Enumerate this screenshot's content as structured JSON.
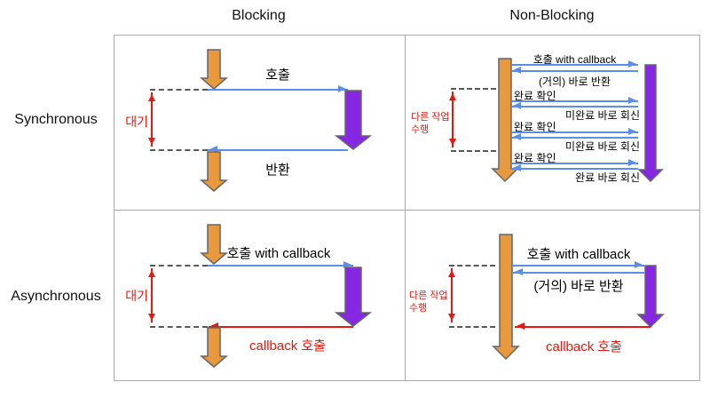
{
  "headers": {
    "col1": "Blocking",
    "col2": "Non-Blocking"
  },
  "rows": {
    "row1": "Synchronous",
    "row2": "Asynchronous"
  },
  "colors": {
    "orange": "#E8993D",
    "purple": "#8527E3",
    "blue": "#5B8DEB",
    "red": "#E41A10",
    "dash": "#595959",
    "border": "#A9A9A9",
    "outline": "#666666"
  },
  "sync_blocking": {
    "call_label": "호출",
    "return_label": "반환",
    "wait_label": "대기"
  },
  "sync_nonblocking": {
    "call_label": "호출 with callback",
    "return_label": "(거의) 바로 반환",
    "check1_label": "완료 확인",
    "reply1_label": "미완료 바로 회신",
    "check2_label": "완료 확인",
    "reply2_label": "미완료 바로 회신",
    "check3_label": "완료 확인",
    "final_reply_label": "완료 바로 회신",
    "other_work_line1": "다른 작업",
    "other_work_line2": "수행"
  },
  "async_blocking": {
    "call_label": "호출 with callback",
    "callback_label": "callback 호출",
    "wait_label": "대기"
  },
  "async_nonblocking": {
    "call_label": "호출 with callback",
    "return_label": "(거의) 바로 반환",
    "callback_label": "callback 호출",
    "other_work_line1": "다른 작업",
    "other_work_line2": "수행"
  }
}
